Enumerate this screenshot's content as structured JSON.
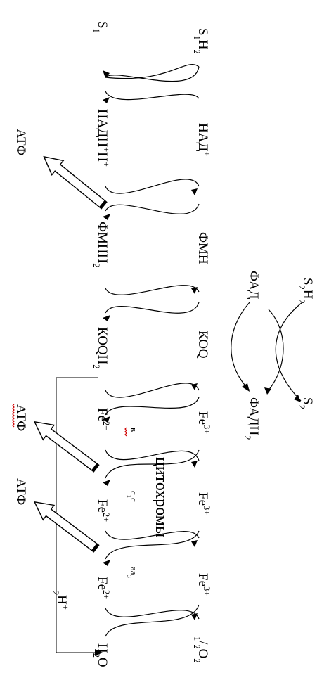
{
  "right_column": {
    "s1h2": "S1H2",
    "nad": "НАД+",
    "fmn": "ФМН",
    "koq": "КОQ",
    "fe3_1": "Fe3+",
    "fe3_2": "Fe3+",
    "fe3_3": "Fe3+",
    "half_o2": "1/2O2"
  },
  "left_column": {
    "s1": "S1",
    "nadh": "НАДН+Н+",
    "fmnh2": "ФМНН2",
    "koqh2": "КОQН2",
    "fe2_1": "Fe2+",
    "fe2_2": "Fe2+",
    "fe2_3": "Fe2+",
    "h2o": "H2O"
  },
  "side_branch": {
    "s2h2": "S2H2",
    "fad": "ФАД",
    "s2": "S2",
    "fadh2": "ФАДН2"
  },
  "cytochromes": {
    "title": "цитохромы",
    "b": "в",
    "c1c": "с1с",
    "aa3": "аа3"
  },
  "atp": {
    "atp1": "АТФ",
    "atp2": "АТФ",
    "atp3": "АТФ"
  },
  "protons": "2H+"
}
